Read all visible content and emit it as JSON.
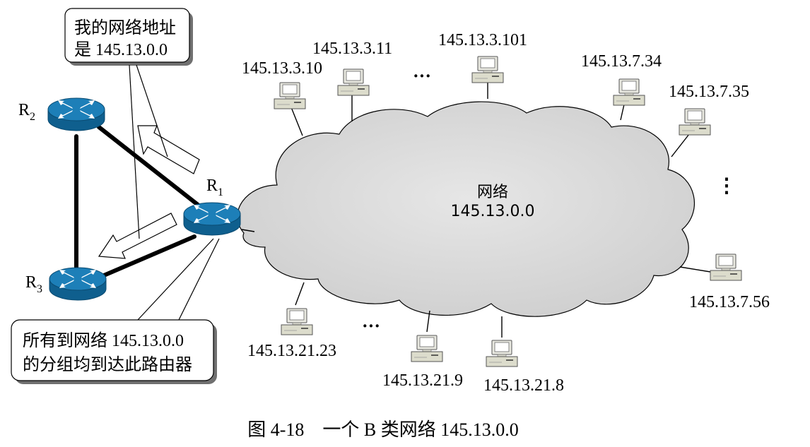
{
  "network": {
    "name": "网络",
    "address": "145.13.0.0"
  },
  "routers": {
    "r1": "R",
    "r1_sub": "1",
    "r2": "R",
    "r2_sub": "2",
    "r3": "R",
    "r3_sub": "3"
  },
  "callout_top": {
    "line1": "我的网络地址",
    "line2": "是 145.13.0.0"
  },
  "callout_bottom": {
    "line1": "所有到网络 145.13.0.0",
    "line2": "的分组均到达此路由器"
  },
  "hosts": [
    {
      "id": "h1",
      "ip": "145.13.3.10"
    },
    {
      "id": "h2",
      "ip": "145.13.3.11"
    },
    {
      "id": "h3",
      "ip": "145.13.3.101"
    },
    {
      "id": "h4",
      "ip": "145.13.7.34"
    },
    {
      "id": "h5",
      "ip": "145.13.7.35"
    },
    {
      "id": "h6",
      "ip": "145.13.7.56"
    },
    {
      "id": "h7",
      "ip": "145.13.21.8"
    },
    {
      "id": "h8",
      "ip": "145.13.21.9"
    },
    {
      "id": "h9",
      "ip": "145.13.21.23"
    }
  ],
  "ellipsis": {
    "top": "···",
    "right": "⋮",
    "bottom": "···"
  },
  "caption": "图 4-18　一个 B 类网络 145.13.0.0",
  "colors": {
    "cloud": "#d9d9d9",
    "router_top": "#1d7fb8",
    "router_side": "#0f5f8e"
  }
}
